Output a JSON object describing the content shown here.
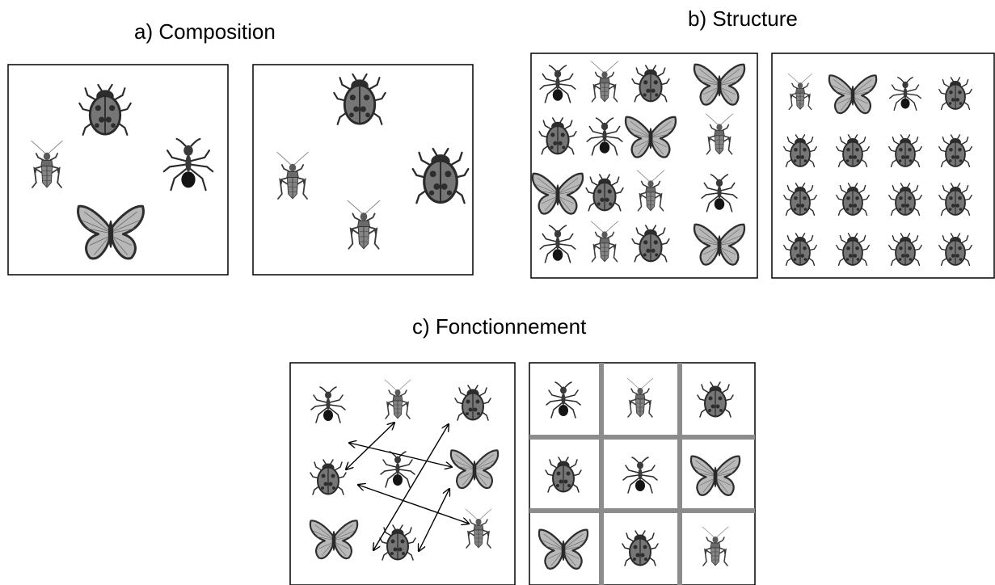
{
  "titles": {
    "composition": "a) Composition",
    "structure": "b) Structure",
    "fonctionnement": "c) Fonctionnement"
  },
  "colors": {
    "frame": "#000000",
    "grid_walls": "#8c8c8c",
    "insect_dark": "#3c3c3c",
    "insect_mid": "#7a7a7a",
    "insect_light": "#b5b5b5",
    "arrows": "#000000"
  },
  "panels": {
    "composition_left": [
      "ladybug",
      "cricket",
      "ant",
      "butterfly"
    ],
    "composition_right": [
      "ladybug",
      "cricket",
      "ladybug",
      "cricket"
    ],
    "structure_left": [
      [
        "ant",
        "cricket",
        "ladybug",
        "butterfly"
      ],
      [
        "ladybug",
        "ant",
        "butterfly",
        "cricket"
      ],
      [
        "butterfly",
        "ladybug",
        "cricket",
        "ant"
      ],
      [
        "ant",
        "cricket",
        "ladybug",
        "butterfly"
      ]
    ],
    "structure_right": [
      [
        "cricket",
        "butterfly",
        "ant",
        "ladybug"
      ],
      [
        "ladybug",
        "ladybug",
        "ladybug",
        "ladybug"
      ],
      [
        "ladybug",
        "ladybug",
        "ladybug",
        "ladybug"
      ],
      [
        "ladybug",
        "ladybug",
        "ladybug",
        "ladybug"
      ]
    ],
    "fonctionnement_left": [
      [
        "ant",
        "cricket",
        "ladybug"
      ],
      [
        "ladybug",
        "ant",
        "butterfly"
      ],
      [
        "butterfly",
        "ladybug",
        "cricket"
      ]
    ],
    "fonctionnement_right": [
      [
        "ant",
        "cricket",
        "ladybug"
      ],
      [
        "ladybug",
        "ant",
        "butterfly"
      ],
      [
        "butterfly",
        "ladybug",
        "cricket"
      ]
    ]
  },
  "interaction_arrows": "double-headed arrows between insects",
  "barriers": "grey walls separating each cell"
}
